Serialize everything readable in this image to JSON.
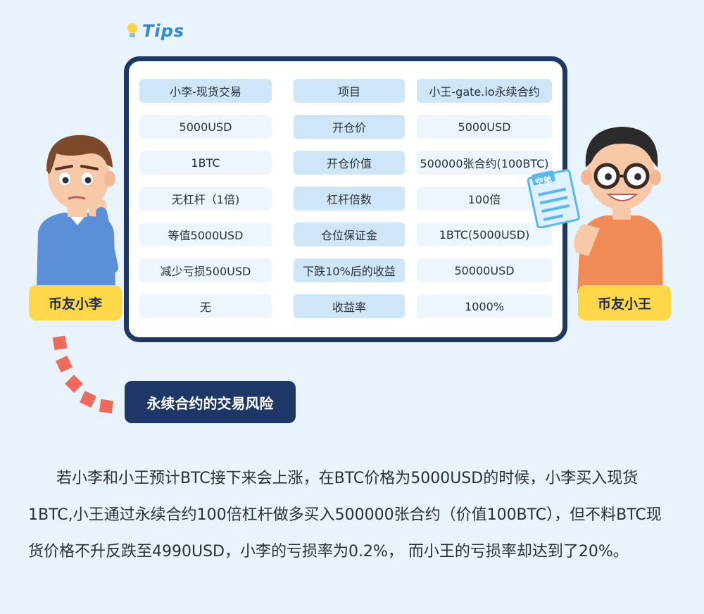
{
  "tips": {
    "label": "Tips"
  },
  "table": {
    "rows": [
      {
        "left": "小李-现货交易",
        "mid": "项目",
        "right": "小王-gate.io永续合约"
      },
      {
        "left": "5000USD",
        "mid": "开仓价",
        "right": "5000USD"
      },
      {
        "left": "1BTC",
        "mid": "开仓价值",
        "right": "500000张合约(100BTC)"
      },
      {
        "left": "无杠杆（1倍)",
        "mid": "杠杆倍数",
        "right": "100倍"
      },
      {
        "left": "等值5000USD",
        "mid": "仓位保证金",
        "right": "1BTC(5000USD)"
      },
      {
        "left": "减少亏损500USD",
        "mid": "下跌10%后的收益",
        "right": "50000USD"
      },
      {
        "left": "无",
        "mid": "收益率",
        "right": "1000%"
      }
    ]
  },
  "characters": {
    "left_name": "币友小李",
    "right_name": "币友小王",
    "sheet_label": "空单"
  },
  "section_title": "永续合约的交易风险",
  "paragraph": "若小李和小王预计BTC接下来会上涨，在BTC价格为5000USD的时候，小李买入现货1BTC,小王通过永续合约100倍杠杆做多买入500000张合约（价值100BTC），但不料BTC现货价格不升反跌至4990USD，小李的亏损率为0.2%， 而小王的亏损率却达到了20%。",
  "colors": {
    "background": "#e9f3fb",
    "card_border": "#1e3766",
    "badge": "#ffd84a",
    "dash": "#ef6a5a",
    "accent_blue": "#2f89d0"
  }
}
